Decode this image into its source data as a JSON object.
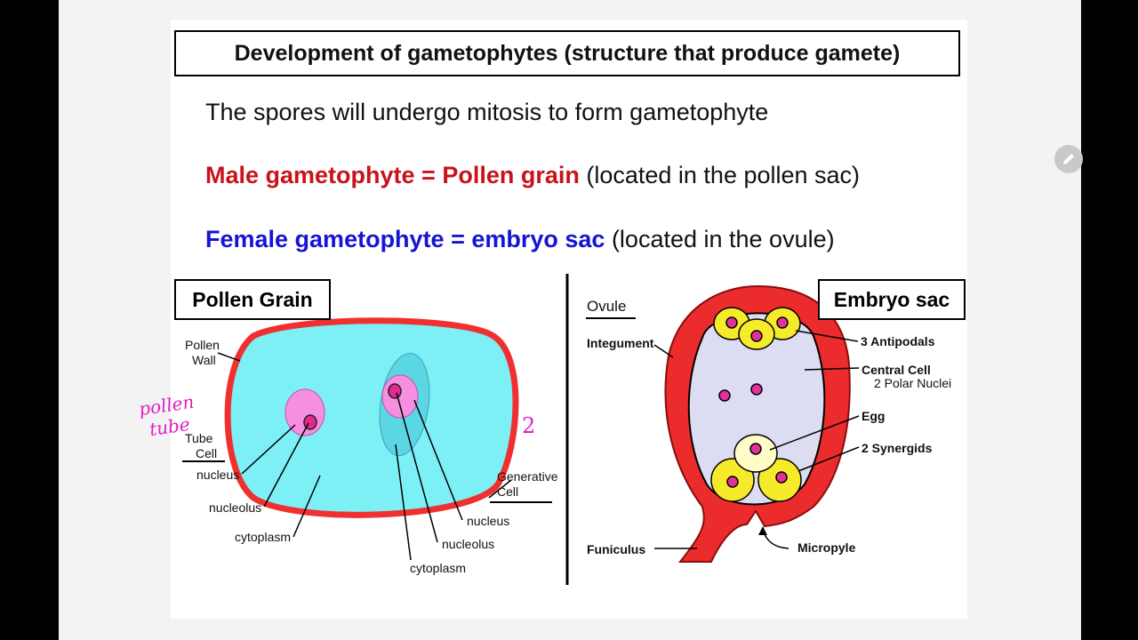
{
  "slide": {
    "title": "Development of gametophytes (structure that produce gamete)",
    "line1": "The spores will undergo mitosis to form gametophyte",
    "male_term": "Male gametophyte =  Pollen grain",
    "male_note": " (located in the pollen sac)",
    "female_term": "Female gametophyte = embryo sac",
    "female_note": " (located in the ovule)"
  },
  "pollen": {
    "box_label": "Pollen Grain",
    "wall_line1": "Pollen",
    "wall_line2": "Wall",
    "tube_line1": "Tube",
    "tube_line2": "Cell",
    "nucleus_left": "nucleus",
    "nucleolus_left": "nucleolus",
    "cytoplasm_left": "cytoplasm",
    "generative_line1": "Generative",
    "generative_line2": "Cell",
    "nucleus_right": "nucleus",
    "nucleolus_right": "nucleolus",
    "cytoplasm_right": "cytoplasm"
  },
  "annotations": {
    "handwritten_line1": "pollen",
    "handwritten_line2": "tube",
    "handwritten_number": "2"
  },
  "ovule": {
    "box_label": "Embryo sac",
    "ovule_label": "Ovule",
    "integument": "Integument",
    "antipodals": "3 Antipodals",
    "central_cell": "Central Cell",
    "polar_nuclei": "2 Polar Nuclei",
    "egg": "Egg",
    "synergids": "2 Synergids",
    "funiculus": "Funiculus",
    "micropyle": "Micropyle"
  },
  "colors": {
    "male": "#c8131b",
    "female": "#1414d6",
    "pollen_cytoplasm": "#7df0f6",
    "pollen_wall": "#f03030",
    "pink_nucleus": "#f78fe0",
    "yellow_cell": "#f5eb2a",
    "sac_fill": "#dcdcf2",
    "annotation_pen": "#e01cc8"
  },
  "viewer": {
    "pen_icon": "pencil-icon"
  }
}
